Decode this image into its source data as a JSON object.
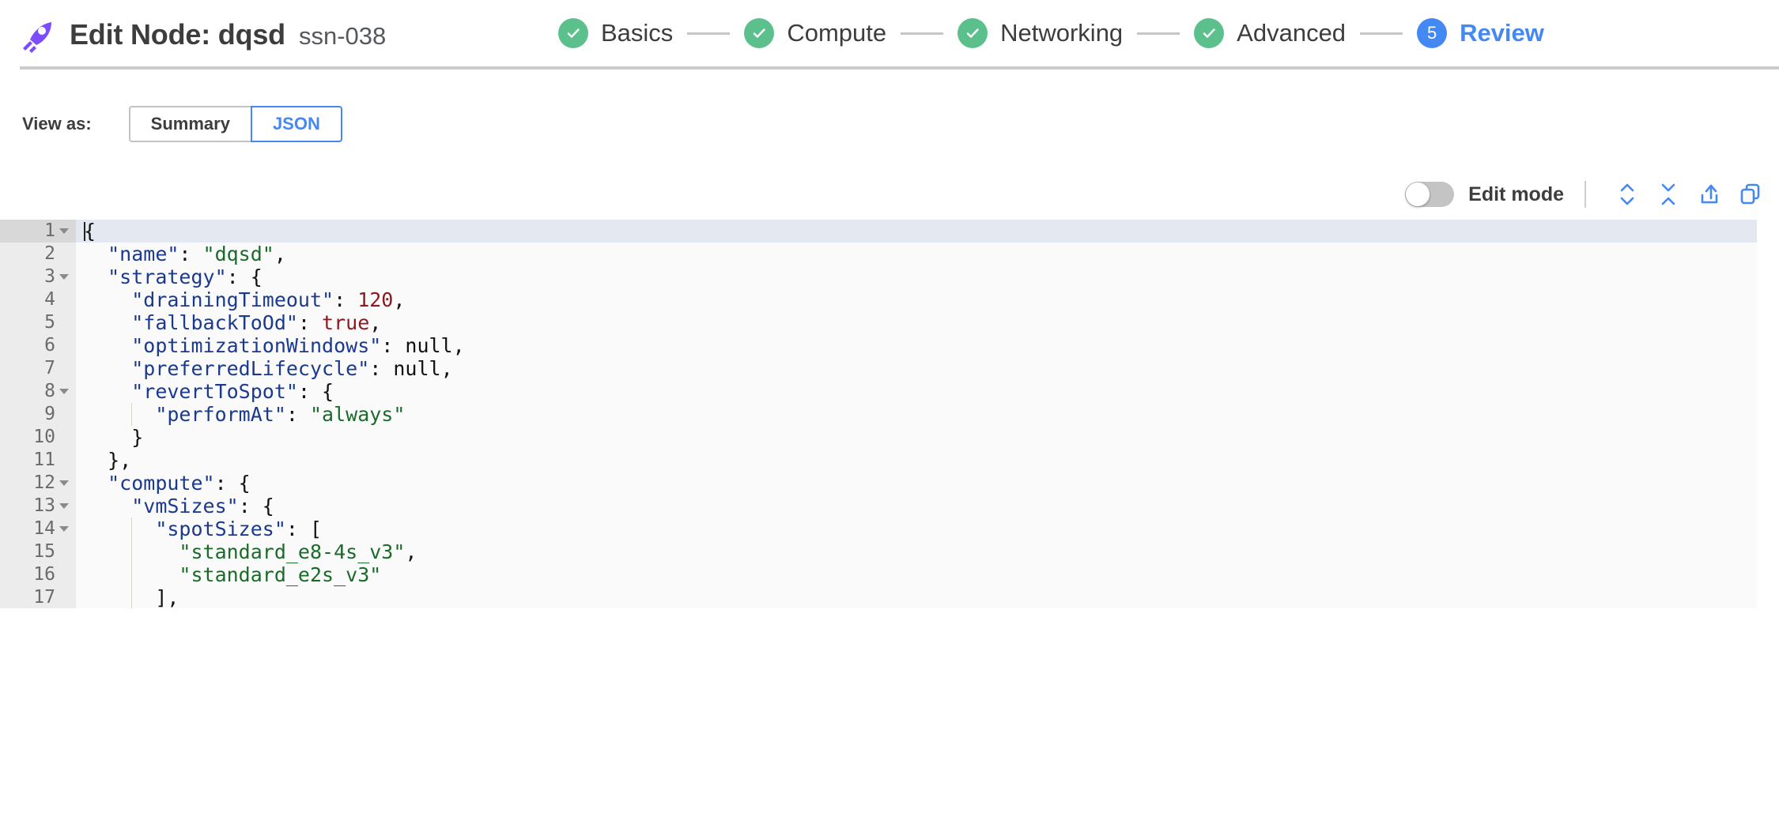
{
  "header": {
    "logo_icon": "rocket-logo-icon",
    "title": "Edit Node: dqsd",
    "subtitle": "ssn-038"
  },
  "stepper": {
    "steps": [
      {
        "label": "Basics",
        "state": "done",
        "marker": "check"
      },
      {
        "label": "Compute",
        "state": "done",
        "marker": "check"
      },
      {
        "label": "Networking",
        "state": "done",
        "marker": "check"
      },
      {
        "label": "Advanced",
        "state": "done",
        "marker": "check"
      },
      {
        "label": "Review",
        "state": "active",
        "marker": "5"
      }
    ],
    "active_color": "#4488f4",
    "done_color": "#5cc08c"
  },
  "view_as": {
    "label": "View as:",
    "options": [
      "Summary",
      "JSON"
    ],
    "selected": "JSON"
  },
  "editor_toolbar": {
    "edit_mode_label": "Edit mode",
    "edit_mode_on": false,
    "icons": [
      "expand-all-icon",
      "collapse-all-icon",
      "export-icon",
      "copy-icon"
    ],
    "icon_color": "#4488f4"
  },
  "editor": {
    "active_line": 1,
    "lines": [
      {
        "num": 1,
        "foldable": true,
        "indent": 0,
        "segments": [
          {
            "t": "{",
            "c": "p"
          }
        ]
      },
      {
        "num": 2,
        "foldable": false,
        "indent": 1,
        "segments": [
          {
            "t": "\"name\"",
            "c": "k"
          },
          {
            "t": ": ",
            "c": "p"
          },
          {
            "t": "\"dqsd\"",
            "c": "s"
          },
          {
            "t": ",",
            "c": "p"
          }
        ]
      },
      {
        "num": 3,
        "foldable": true,
        "indent": 1,
        "segments": [
          {
            "t": "\"strategy\"",
            "c": "k"
          },
          {
            "t": ": {",
            "c": "p"
          }
        ]
      },
      {
        "num": 4,
        "foldable": false,
        "indent": 2,
        "segments": [
          {
            "t": "\"drainingTimeout\"",
            "c": "k"
          },
          {
            "t": ": ",
            "c": "p"
          },
          {
            "t": "120",
            "c": "n"
          },
          {
            "t": ",",
            "c": "p"
          }
        ]
      },
      {
        "num": 5,
        "foldable": false,
        "indent": 2,
        "segments": [
          {
            "t": "\"fallbackToOd\"",
            "c": "k"
          },
          {
            "t": ": ",
            "c": "p"
          },
          {
            "t": "true",
            "c": "b"
          },
          {
            "t": ",",
            "c": "p"
          }
        ]
      },
      {
        "num": 6,
        "foldable": false,
        "indent": 2,
        "segments": [
          {
            "t": "\"optimizationWindows\"",
            "c": "k"
          },
          {
            "t": ": ",
            "c": "p"
          },
          {
            "t": "null",
            "c": "nul"
          },
          {
            "t": ",",
            "c": "p"
          }
        ]
      },
      {
        "num": 7,
        "foldable": false,
        "indent": 2,
        "segments": [
          {
            "t": "\"preferredLifecycle\"",
            "c": "k"
          },
          {
            "t": ": ",
            "c": "p"
          },
          {
            "t": "null",
            "c": "nul"
          },
          {
            "t": ",",
            "c": "p"
          }
        ]
      },
      {
        "num": 8,
        "foldable": true,
        "indent": 2,
        "segments": [
          {
            "t": "\"revertToSpot\"",
            "c": "k"
          },
          {
            "t": ": {",
            "c": "p"
          }
        ]
      },
      {
        "num": 9,
        "foldable": false,
        "indent": 3,
        "segments": [
          {
            "t": "\"performAt\"",
            "c": "k"
          },
          {
            "t": ": ",
            "c": "p"
          },
          {
            "t": "\"always\"",
            "c": "s"
          }
        ]
      },
      {
        "num": 10,
        "foldable": false,
        "indent": 2,
        "segments": [
          {
            "t": "}",
            "c": "p"
          }
        ]
      },
      {
        "num": 11,
        "foldable": false,
        "indent": 1,
        "segments": [
          {
            "t": "},",
            "c": "p"
          }
        ]
      },
      {
        "num": 12,
        "foldable": true,
        "indent": 1,
        "segments": [
          {
            "t": "\"compute\"",
            "c": "k"
          },
          {
            "t": ": {",
            "c": "p"
          }
        ]
      },
      {
        "num": 13,
        "foldable": true,
        "indent": 2,
        "segments": [
          {
            "t": "\"vmSizes\"",
            "c": "k"
          },
          {
            "t": ": {",
            "c": "p"
          }
        ]
      },
      {
        "num": 14,
        "foldable": true,
        "indent": 3,
        "segments": [
          {
            "t": "\"spotSizes\"",
            "c": "k"
          },
          {
            "t": ": [",
            "c": "p"
          }
        ]
      },
      {
        "num": 15,
        "foldable": false,
        "indent": 4,
        "segments": [
          {
            "t": "\"standard_e8-4s_v3\"",
            "c": "s"
          },
          {
            "t": ",",
            "c": "p"
          }
        ]
      },
      {
        "num": 16,
        "foldable": false,
        "indent": 4,
        "segments": [
          {
            "t": "\"standard_e2s_v3\"",
            "c": "s"
          }
        ]
      },
      {
        "num": 17,
        "foldable": false,
        "indent": 3,
        "segments": [
          {
            "t": "],",
            "c": "p"
          }
        ]
      }
    ]
  }
}
